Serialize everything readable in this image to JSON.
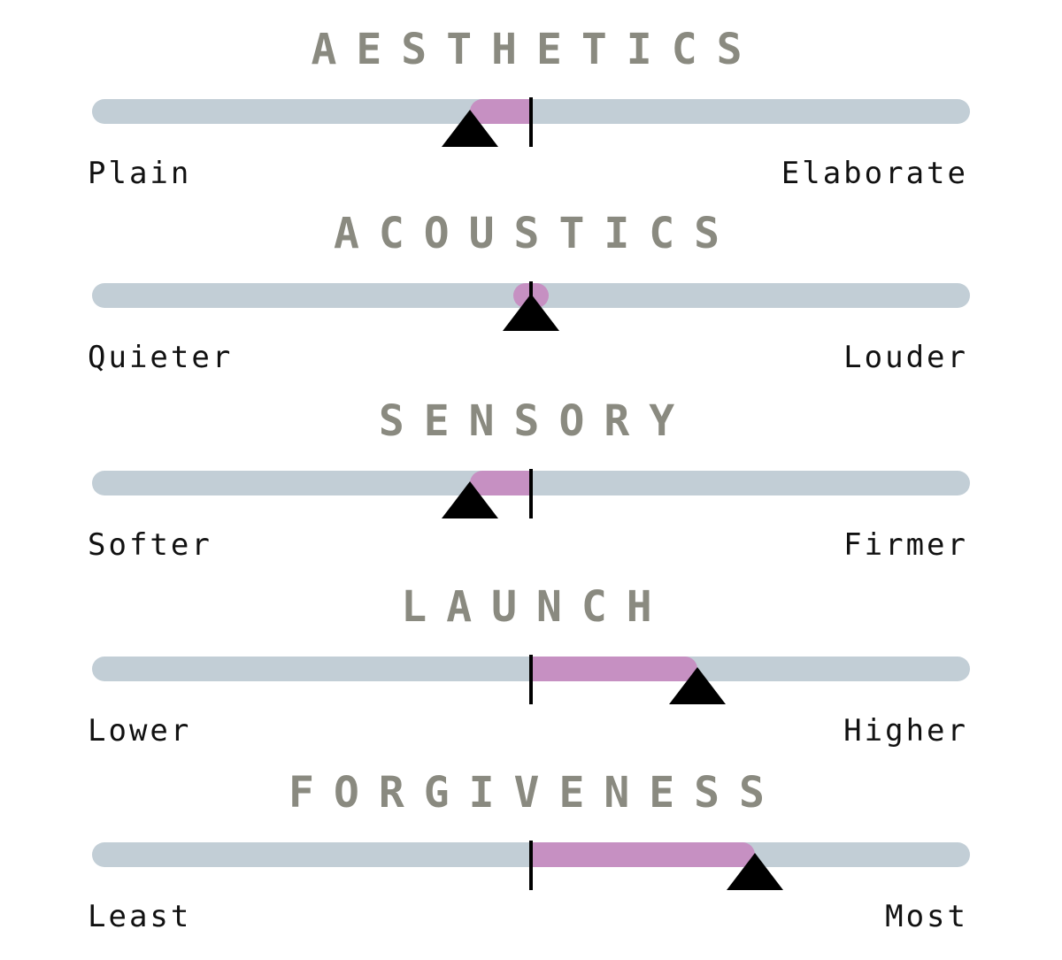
{
  "colors": {
    "title": "#8a8a80",
    "track": "#c2ced6",
    "fill": "#c690c2",
    "marker": "#000000",
    "label": "#111111"
  },
  "marker_icon": "triangle-up-icon",
  "scales": [
    {
      "title": "AESTHETICS",
      "left_label": "Plain",
      "right_label": "Elaborate",
      "value": -0.14
    },
    {
      "title": "ACOUSTICS",
      "left_label": "Quieter",
      "right_label": "Louder",
      "value": 0.0
    },
    {
      "title": "SENSORY",
      "left_label": "Softer",
      "right_label": "Firmer",
      "value": -0.14
    },
    {
      "title": "LAUNCH",
      "left_label": "Lower",
      "right_label": "Higher",
      "value": 0.38
    },
    {
      "title": "FORGIVENESS",
      "left_label": "Least",
      "right_label": "Most",
      "value": 0.51
    }
  ]
}
